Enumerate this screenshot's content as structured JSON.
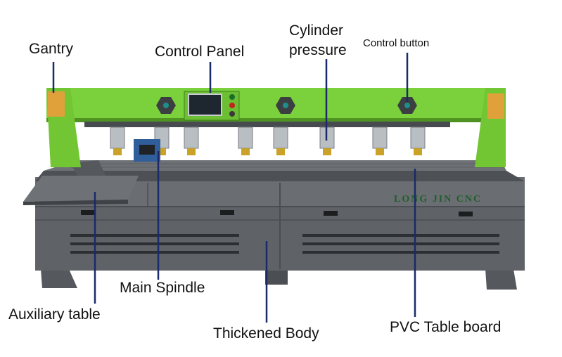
{
  "labels": {
    "gantry": "Gantry",
    "control_panel": "Control Panel",
    "cylinder_pressure_line1": "Cylinder",
    "cylinder_pressure_line2": "pressure",
    "control_button": "Control button",
    "main_spindle": "Main Spindle",
    "auxiliary_table": "Auxiliary table",
    "thickened_body": "Thickened Body",
    "pvc_table_board": "PVC Table board"
  },
  "branding": {
    "machine_logo": "LONG JIN CNC"
  },
  "colors": {
    "gantry_green": "#7bd13c",
    "body_gray": "#5f6368",
    "leader_line": "#1a2a6b",
    "label_text": "#111111"
  }
}
